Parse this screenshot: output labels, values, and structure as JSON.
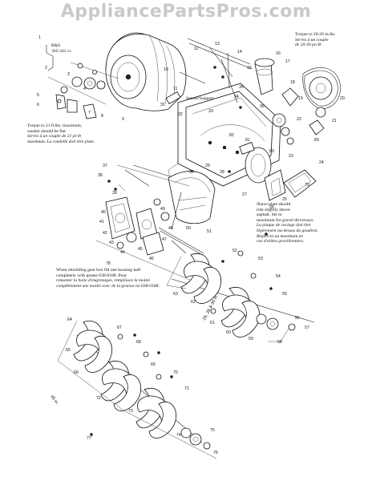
{
  "watermark": "AppliancePartsPros.com",
  "notes": {
    "engine_label_1": "B&S",
    "engine_label_2": "305-342 cc",
    "torque_top_1": "Torque to 20-26 in.lbs",
    "torque_top_2": "Serrez à un couple",
    "torque_top_3": "de 20-30 po-lb",
    "torque_left_1": "Torque to 21 ft.lbs. maximum,",
    "torque_left_2": "washer should be flat.",
    "torque_left_3": "Serrez à un couple de 21 pi-lb",
    "torque_left_4": "maximum. La rondelle doit être plate.",
    "shave_1": "Shave plate should",
    "shave_2": "ride slightly above",
    "shave_3": "asphalt. Set to",
    "shave_4": "maximum for gravel driveways.",
    "shave_5": "La plaque de raclage doit être",
    "shave_6": "légèrement au-dessus du goudron.",
    "shave_7": "Réglez-la au maximum en",
    "shave_8": "cas d'allées gravillonnées.",
    "gear_1": "When rebuilding gear box fill one housing half",
    "gear_2": "completely with grease 638-0188. Pour",
    "gear_3": "remonter la boîte d'engrenages, remplissez la moitié",
    "gear_4": "complètement une moitié avec de la graisse no 638-0188.",
    "sensor": "Sensor/Support",
    "size_26_30": "26, 28 & 30 in.",
    "size_45": "45 in."
  },
  "part_numbers": [
    "1",
    "2",
    "3",
    "4",
    "5",
    "6",
    "7",
    "8",
    "9",
    "10",
    "11",
    "12",
    "13",
    "14",
    "15",
    "16",
    "17",
    "18",
    "19",
    "20",
    "21",
    "22",
    "23",
    "24",
    "25",
    "26",
    "27",
    "28",
    "29",
    "30",
    "31",
    "32",
    "33",
    "34",
    "35",
    "36",
    "37",
    "38",
    "39",
    "40",
    "41",
    "42",
    "43",
    "44",
    "45",
    "46",
    "47",
    "48",
    "49",
    "50",
    "51",
    "52",
    "53",
    "54",
    "55",
    "56",
    "57",
    "58",
    "59",
    "60",
    "61",
    "62",
    "63",
    "64",
    "65",
    "66",
    "67",
    "68",
    "69",
    "70",
    "71",
    "72",
    "73",
    "74",
    "75",
    "76",
    "77",
    "78",
    "79",
    "80",
    "81",
    "82",
    "83"
  ]
}
